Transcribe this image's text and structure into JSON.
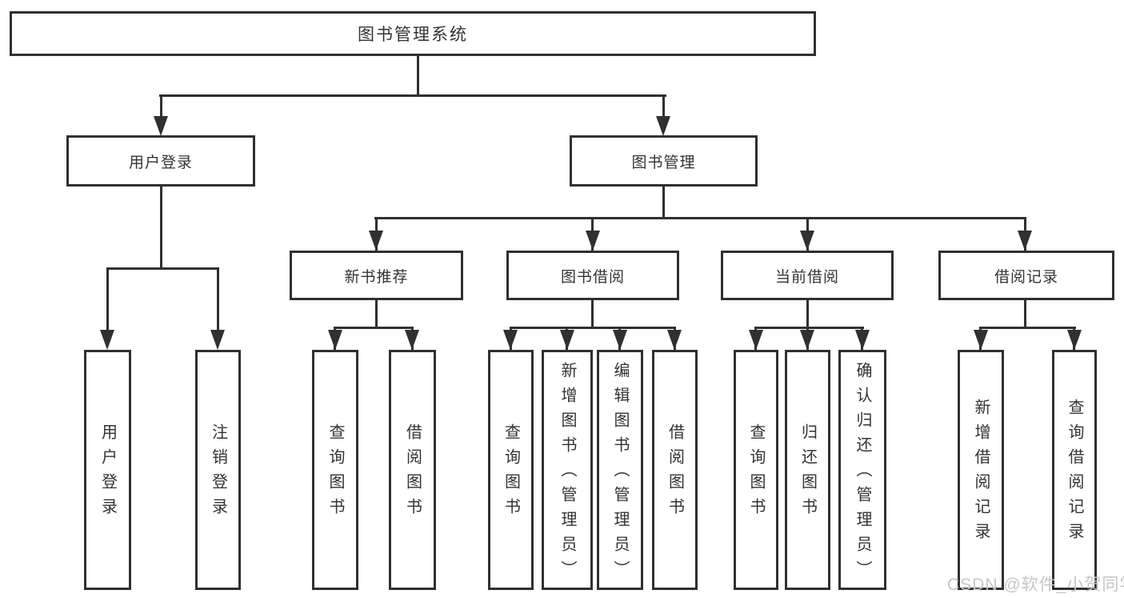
{
  "colors": {
    "line": "#303030",
    "text": "#333333",
    "watermark_text": "#c6c6c6",
    "background": "#ffffff"
  },
  "watermark": {
    "text": "CSDN @软件_小贺同学"
  },
  "tree": {
    "label": "图书管理系统",
    "children": [
      {
        "label": "用户登录",
        "children": [
          {
            "label": "用户登录"
          },
          {
            "label": "注销登录"
          }
        ]
      },
      {
        "label": "图书管理",
        "children": [
          {
            "label": "新书推荐",
            "children": [
              {
                "label": "查询图书"
              },
              {
                "label": "借阅图书"
              }
            ]
          },
          {
            "label": "图书借阅",
            "children": [
              {
                "label": "查询图书"
              },
              {
                "label": "新增图书（管理员）"
              },
              {
                "label": "编辑图书（管理员）"
              },
              {
                "label": "借阅图书"
              }
            ]
          },
          {
            "label": "当前借阅",
            "children": [
              {
                "label": "查询图书"
              },
              {
                "label": "归还图书"
              },
              {
                "label": "确认归还（管理员）"
              }
            ]
          },
          {
            "label": "借阅记录",
            "children": [
              {
                "label": "新增借阅记录"
              },
              {
                "label": "查询借阅记录"
              }
            ]
          }
        ]
      }
    ]
  }
}
